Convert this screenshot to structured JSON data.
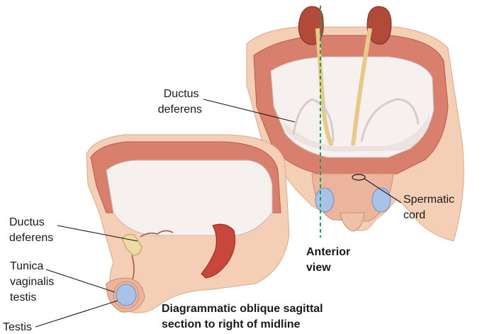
{
  "labels": {
    "ductus_deferens_front": [
      "Ductus",
      "deferens"
    ],
    "spermatic_cord": [
      "Spermatic",
      "cord"
    ],
    "anterior_view": [
      "Anterior",
      "view"
    ],
    "ductus_deferens_side": [
      "Ductus",
      "deferens"
    ],
    "tunica_vaginalis": [
      "Tunica",
      "vaginalis",
      "testis"
    ],
    "testis": "Testis",
    "section_caption": [
      "Diagrammatic oblique sagittal",
      "section to right of midline"
    ]
  },
  "colors": {
    "skin": "#f4cfb6",
    "muscle_wall": "#d97f6e",
    "muscle_wall_dark": "#b85a4a",
    "cavity": "#f6f1ef",
    "kidney": "#b24a3a",
    "ureter": "#e8c98a",
    "testis": "#a9c3e8",
    "midline": "#1f9e58"
  }
}
